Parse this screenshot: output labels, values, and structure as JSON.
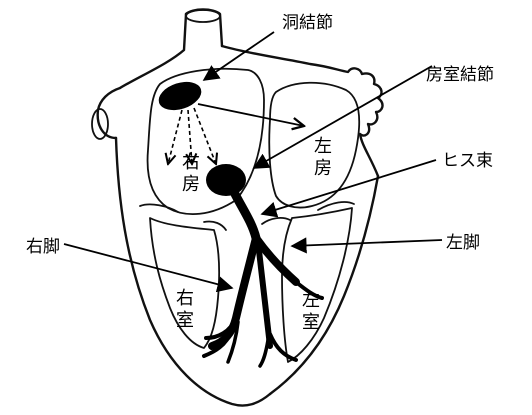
{
  "labels": {
    "sa_node": "洞結節",
    "av_node": "房室結節",
    "his_bundle": "ヒス束",
    "right_bundle": "右脚",
    "left_bundle": "左脚"
  },
  "chambers": {
    "right_atrium": [
      "右",
      "房"
    ],
    "left_atrium": [
      "左",
      "房"
    ],
    "right_ventricle": [
      "右",
      "室"
    ],
    "left_ventricle": [
      "左",
      "室"
    ]
  }
}
